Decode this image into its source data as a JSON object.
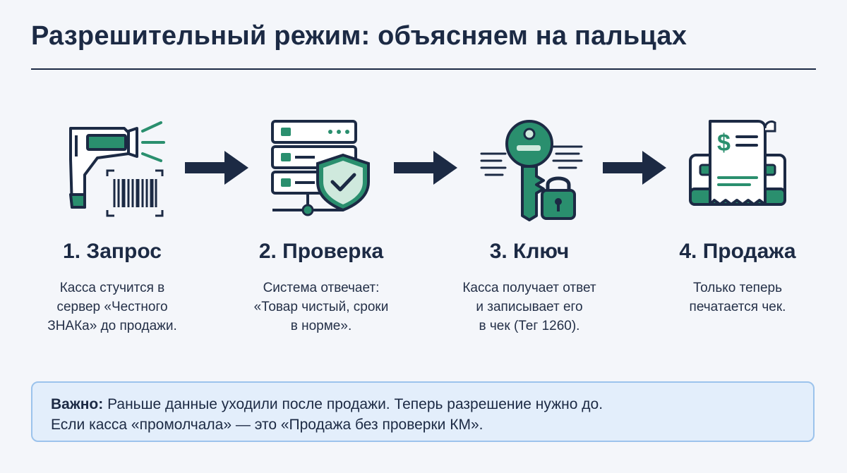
{
  "title": "Разрешительный режим: объясняем на пальцах",
  "colors": {
    "navy": "#1c2a44",
    "green": "#2a8f6e",
    "light_green": "#cfe9dd",
    "note_bg": "#e3eefb",
    "note_border": "#9cc3ec"
  },
  "steps": [
    {
      "icon": "barcode-scanner-icon",
      "title": "1. Запрос",
      "desc": [
        "Касса стучится в",
        "сервер «Честного",
        "ЗНАКа» до продажи."
      ]
    },
    {
      "icon": "server-shield-icon",
      "title": "2. Проверка",
      "desc": [
        "Система отвечает:",
        "«Товар чистый, сроки",
        "в норме»."
      ]
    },
    {
      "icon": "key-lock-icon",
      "title": "3. Ключ",
      "desc": [
        "Касса получает ответ",
        "и записывает его",
        "в чек (Тег 1260)."
      ]
    },
    {
      "icon": "receipt-printer-icon",
      "title": "4. Продажа",
      "desc": [
        "Только теперь",
        "печатается чек."
      ]
    }
  ],
  "note": {
    "label": "Важно:",
    "line1": "Раньше данные уходили после продажи. Теперь разрешение нужно до.",
    "line2": "Если касса «промолчала» — это «Продажа без проверки КМ»."
  }
}
